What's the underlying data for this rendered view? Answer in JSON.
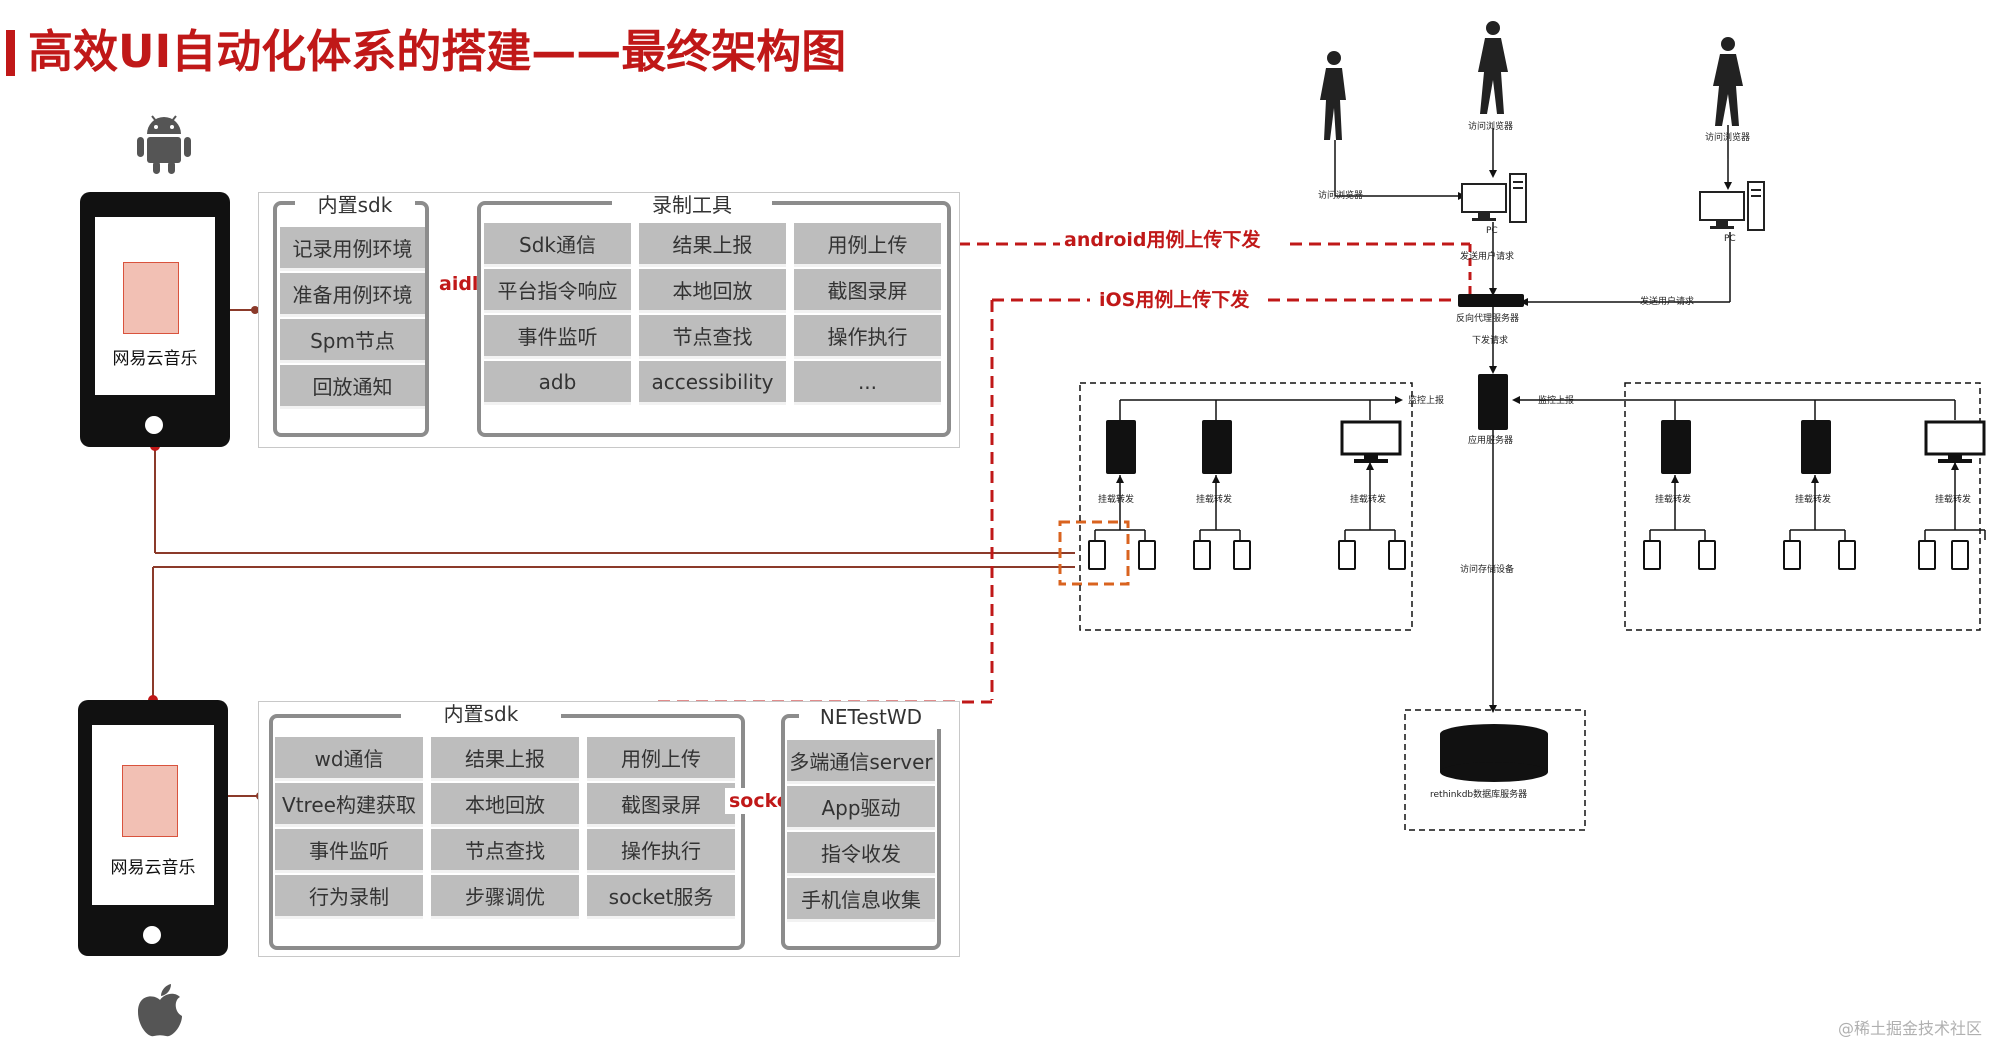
{
  "title": "高效UI自动化体系的搭建——最终架构图",
  "android": {
    "app_name": "网易云音乐",
    "sdk": {
      "label": "内置sdk",
      "items": [
        "记录用例环境",
        "准备用例环境",
        "Spm节点",
        "回放通知"
      ]
    },
    "link_label": "aidl",
    "recorder": {
      "label": "录制工具",
      "items": [
        "Sdk通信",
        "结果上报",
        "用例上传",
        "平台指令响应",
        "本地回放",
        "截图录屏",
        "事件监听",
        "节点查找",
        "操作执行",
        "adb",
        "accessibility",
        "..."
      ]
    }
  },
  "ios": {
    "app_name": "网易云音乐",
    "sdk": {
      "label": "内置sdk",
      "items": [
        "wd通信",
        "结果上报",
        "用例上传",
        "Vtree构建获取",
        "本地回放",
        "截图录屏",
        "事件监听",
        "节点查找",
        "操作执行",
        "行为录制",
        "步骤调优",
        "socket服务"
      ]
    },
    "link_label": "socket",
    "netestwd": {
      "label": "NETestWD",
      "items": [
        "多端通信server",
        "App驱动",
        "指令收发",
        "手机信息收集"
      ]
    }
  },
  "flows": {
    "android_upload": "android用例上传下发",
    "ios_upload": "iOS用例上传下发"
  },
  "network": {
    "visit_browser_left": "访问浏览器",
    "visit_browser_mid": "访问浏览器",
    "visit_browser_right": "访问浏览器",
    "pc_mid": "PC",
    "pc_right": "PC",
    "send_request_mid": "发送用户请求",
    "send_request_right": "发送用户请求",
    "reverse_proxy": "反向代理服务器",
    "dispatch_request": "下发请求",
    "monitor_report_left": "监控上报",
    "monitor_report_right": "监控上报",
    "app_server": "应用服务器",
    "mount_forward": "挂载转发",
    "access_storage": "访问存储设备",
    "db_server": "rethinkdb数据库服务器"
  },
  "watermark": "@稀土掘金技术社区",
  "colors": {
    "accent_red": "#c01818",
    "link_brown": "#8b3a2a",
    "cell_gray": "#bdbdbd",
    "group_border": "#8c8c8c"
  },
  "icons": {
    "android_logo": "android-logo-icon",
    "apple_logo": "apple-logo-icon",
    "person": "person-walking-icon",
    "pc": "pc-computer-icon",
    "server": "server-tower-icon",
    "monitor": "monitor-icon",
    "phone": "mobile-phone-icon",
    "database": "database-cylinder-icon"
  }
}
